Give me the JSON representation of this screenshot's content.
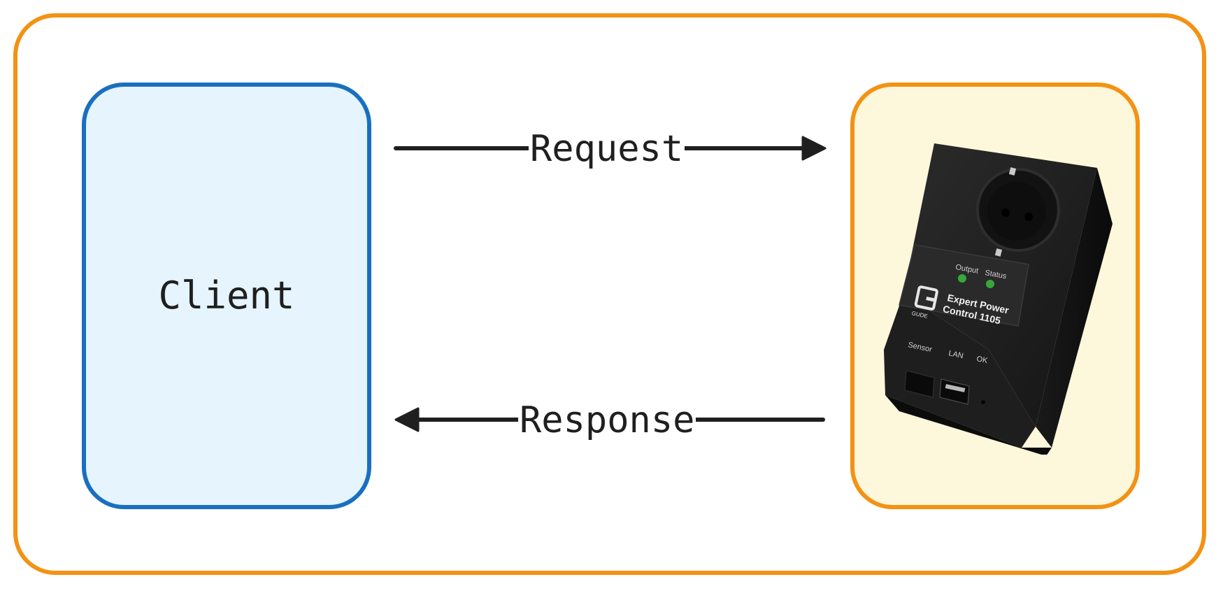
{
  "diagram": {
    "client": {
      "label": "Client"
    },
    "server": {
      "device": {
        "brand_text": "GUDE",
        "model_text": "Expert Power Control 1105",
        "led_labels": [
          "Output",
          "Status"
        ],
        "port_labels": [
          "Sensor",
          "LAN",
          "OK"
        ]
      }
    },
    "request": {
      "label": "Request"
    },
    "response": {
      "label": "Response"
    }
  },
  "colors": {
    "frame": "#f39214",
    "client_border": "#1a6fc0",
    "client_fill": "#e5f4fd",
    "server_border": "#f39214",
    "server_fill": "#fdf7dc",
    "arrow": "#1f1f1f"
  }
}
